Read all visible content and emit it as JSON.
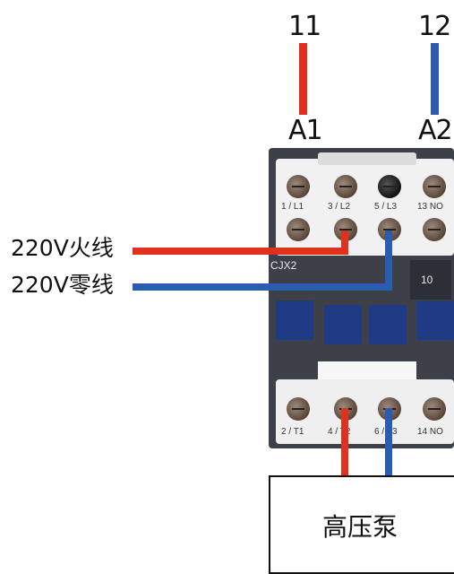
{
  "coil_inputs": [
    {
      "number": "11",
      "terminal": "A1",
      "color": "#e0301e"
    },
    {
      "number": "12",
      "terminal": "A2",
      "color": "#2a5db0"
    }
  ],
  "supply_lines": [
    {
      "label": "220V火线",
      "color": "#e0301e"
    },
    {
      "label": "220V零线",
      "color": "#2a5db0"
    }
  ],
  "contactor": {
    "model": "CJX2",
    "aux_number": "10",
    "top_terminals": [
      "1 / L1",
      "3 / L2",
      "5 / L3",
      "13 NO"
    ],
    "bottom_terminals": [
      "2 / T1",
      "4 / T2",
      "6 / T3",
      "14 NO"
    ]
  },
  "load": {
    "label": "高压泵"
  }
}
